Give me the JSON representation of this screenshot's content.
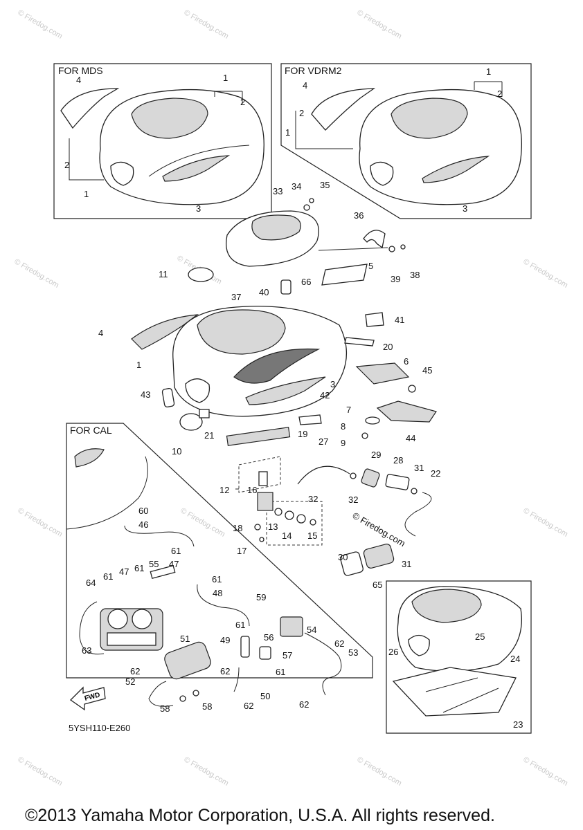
{
  "boxes": {
    "mds": "FOR MDS",
    "vdrm2": "FOR VDRM2",
    "cal": "FOR CAL"
  },
  "doc_code": "5YSH110-E260",
  "fwd_label": "FWD",
  "firedog_label": "© Firedog.com",
  "watermark": "© Firedog.com",
  "copyright": "©2013 Yamaha Motor Corporation, U.S.A. All rights reserved.",
  "callouts": {
    "c_1a": "1",
    "c_1b": "1",
    "c_1c": "1",
    "c_1d": "1",
    "c_1e": "1",
    "c_2a": "2",
    "c_2b": "2",
    "c_2c": "2",
    "c_2d": "2",
    "c_3a": "3",
    "c_3b": "3",
    "c_3c": "3",
    "c_4a": "4",
    "c_4b": "4",
    "c_4c": "4",
    "c_5": "5",
    "c_6": "6",
    "c_7": "7",
    "c_8": "8",
    "c_9": "9",
    "c_10": "10",
    "c_11": "11",
    "c_12": "12",
    "c_13": "13",
    "c_14": "14",
    "c_15": "15",
    "c_16": "16",
    "c_17": "17",
    "c_18": "18",
    "c_19": "19",
    "c_20": "20",
    "c_21": "21",
    "c_22": "22",
    "c_23": "23",
    "c_24": "24",
    "c_25": "25",
    "c_26": "26",
    "c_27": "27",
    "c_28": "28",
    "c_29": "29",
    "c_30": "30",
    "c_31a": "31",
    "c_31b": "31",
    "c_32a": "32",
    "c_32b": "32",
    "c_33": "33",
    "c_34": "34",
    "c_35": "35",
    "c_36": "36",
    "c_37": "37",
    "c_38": "38",
    "c_39": "39",
    "c_40": "40",
    "c_41": "41",
    "c_42": "42",
    "c_43": "43",
    "c_44": "44",
    "c_45": "45",
    "c_46": "46",
    "c_47a": "47",
    "c_47b": "47",
    "c_48": "48",
    "c_49": "49",
    "c_50": "50",
    "c_51": "51",
    "c_52": "52",
    "c_53": "53",
    "c_54": "54",
    "c_55": "55",
    "c_56": "56",
    "c_57": "57",
    "c_58a": "58",
    "c_58b": "58",
    "c_59": "59",
    "c_60": "60",
    "c_61a": "61",
    "c_61b": "61",
    "c_61c": "61",
    "c_61d": "61",
    "c_61e": "61",
    "c_61f": "61",
    "c_62a": "62",
    "c_62b": "62",
    "c_62c": "62",
    "c_62d": "62",
    "c_62e": "62",
    "c_63": "63",
    "c_64": "64",
    "c_65": "65",
    "c_66": "66"
  }
}
